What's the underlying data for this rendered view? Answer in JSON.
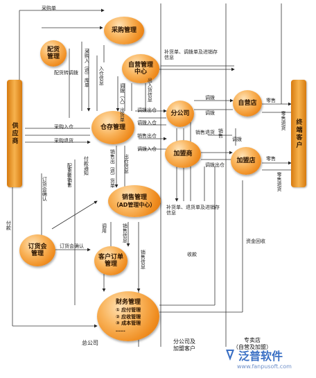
{
  "nodes": {
    "purchase_mgmt": "采购管理",
    "distribution_mgmt": "配货\n管理",
    "distribution_center": "自营管理\n中心",
    "warehouse_mgmt": "仓存管理",
    "branch_company": "分公司",
    "franchisee": "加盟商",
    "own_store": "自营店",
    "franchise_store": "加盟店",
    "sales_mgmt": "销售管理",
    "sales_mgmt_sub": "（AD管理中心）",
    "order_fair_mgmt": "订货会\n管理",
    "customer_order_mgmt": "客户订单\n管理",
    "finance_mgmt": "财务管理",
    "finance_items": [
      "① 应付管理",
      "② 应收管理",
      "③ 成本管理",
      "……"
    ]
  },
  "pillars": {
    "supplier": "供应商",
    "end_customer": "终端客户"
  },
  "flow_labels": {
    "purchase_order": "采购单",
    "dist_transfer": "配货转调拨",
    "purchase_in_out": "采购入（退）库单",
    "in_warehouse_info": "入仓信息",
    "transfer_in_out": "调拨（入）出货单",
    "out_in_stock_info": "出入货信息",
    "replenish_transfer": "补货单、调拨单及进销存信息",
    "transfer1": "调拨",
    "transfer2": "调拨",
    "retail1": "零售",
    "retail_return1": "零售退货",
    "transfer_out_in": "调拨出仓",
    "transfer_in": "调拨入仓",
    "purchase_in": "采购入仓",
    "purchase_return": "采购退货",
    "sales_return1": "销售退货",
    "sales": "销售",
    "sales_out": "销售出仓",
    "transfer_in2": "调拨入仓",
    "transfer_out2": "调拨出仓",
    "retail2": "零售",
    "retail_return2": "零售退货",
    "transfer3": "调拨",
    "order_fair_confirm": "订货会确认",
    "dist_to_sales": "配货转销售",
    "payment_notice": "付款通知",
    "sales_out_return": "销售出（退）货单",
    "out_warehouse_info": "出仓信息",
    "replenish_return": "补货单、退货单及进销存信息",
    "payment": "付款",
    "order_fair_confirm2": "订货会确认",
    "call": "调用",
    "sales_info1": "销售信息",
    "sales_info2": "销售信息",
    "receipt": "收款",
    "fund_recovery": "资金回收"
  },
  "bottom_labels": {
    "headquarters": "总公司",
    "branch_franchise": "分公司及\n加盟客户",
    "stores": "专卖店\n（自营及加盟）"
  },
  "logo": {
    "brand": "泛普软件",
    "url": "www.fanpusoft.com"
  }
}
